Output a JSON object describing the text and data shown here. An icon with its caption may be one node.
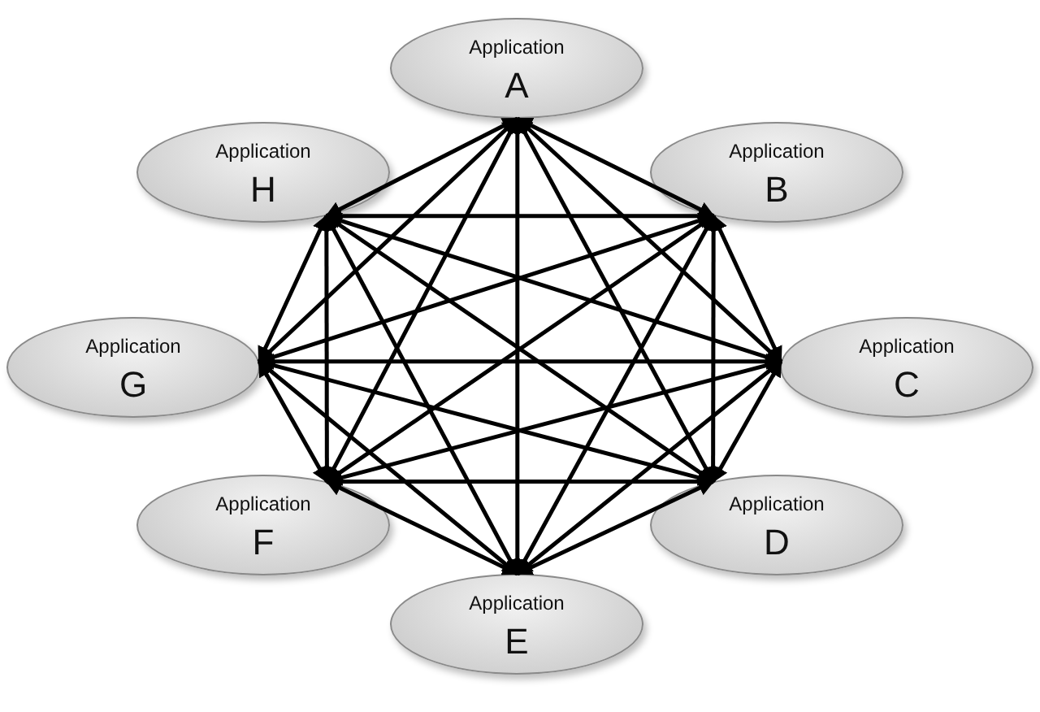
{
  "diagram": {
    "nodes": [
      {
        "text": [
          "Application",
          "A"
        ]
      },
      {
        "text": [
          "Application",
          "B"
        ]
      },
      {
        "text": [
          "Application",
          "C"
        ]
      },
      {
        "text": [
          "Application",
          "D"
        ]
      },
      {
        "text": [
          "Application",
          "E"
        ]
      },
      {
        "text": [
          "Application",
          "F"
        ]
      },
      {
        "text": [
          "Application",
          "G"
        ]
      },
      {
        "text": [
          "Application",
          "H"
        ]
      }
    ],
    "edges": [
      {
        "from": 0,
        "to": 1,
        "arrow": "both"
      },
      {
        "from": 0,
        "to": 2,
        "arrow": "both"
      },
      {
        "from": 0,
        "to": 3,
        "arrow": "both"
      },
      {
        "from": 0,
        "to": 4,
        "arrow": "both"
      },
      {
        "from": 0,
        "to": 5,
        "arrow": "both"
      },
      {
        "from": 0,
        "to": 6,
        "arrow": "both"
      },
      {
        "from": 0,
        "to": 7,
        "arrow": "both"
      },
      {
        "from": 1,
        "to": 2,
        "arrow": "both"
      },
      {
        "from": 1,
        "to": 3,
        "arrow": "both"
      },
      {
        "from": 1,
        "to": 4,
        "arrow": "both"
      },
      {
        "from": 1,
        "to": 5,
        "arrow": "both"
      },
      {
        "from": 1,
        "to": 6,
        "arrow": "both"
      },
      {
        "from": 1,
        "to": 7,
        "arrow": "both"
      },
      {
        "from": 2,
        "to": 3,
        "arrow": "both"
      },
      {
        "from": 2,
        "to": 4,
        "arrow": "both"
      },
      {
        "from": 2,
        "to": 5,
        "arrow": "both"
      },
      {
        "from": 2,
        "to": 6,
        "arrow": "both"
      },
      {
        "from": 2,
        "to": 7,
        "arrow": "both"
      },
      {
        "from": 3,
        "to": 4,
        "arrow": "both"
      },
      {
        "from": 3,
        "to": 5,
        "arrow": "both"
      },
      {
        "from": 3,
        "to": 6,
        "arrow": "both"
      },
      {
        "from": 3,
        "to": 7,
        "arrow": "both"
      },
      {
        "from": 4,
        "to": 5,
        "arrow": "both"
      },
      {
        "from": 4,
        "to": 6,
        "arrow": "both"
      },
      {
        "from": 4,
        "to": 7,
        "arrow": "both"
      },
      {
        "from": 5,
        "to": 6,
        "arrow": "both"
      },
      {
        "from": 5,
        "to": 7,
        "arrow": "both"
      },
      {
        "from": 6,
        "to": 7,
        "arrow": "both"
      }
    ]
  }
}
